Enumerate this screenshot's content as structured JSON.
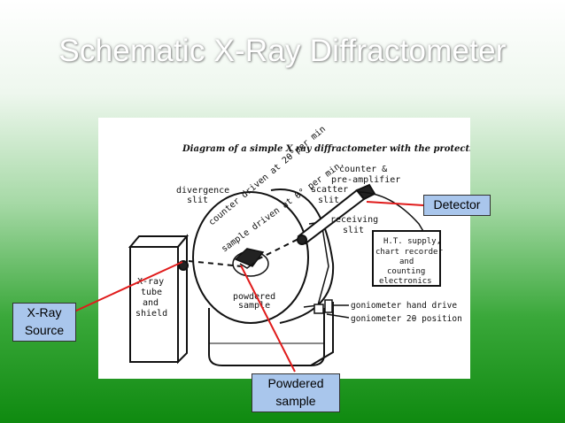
{
  "slide": {
    "title": "Schematic X-Ray Diffractometer"
  },
  "figure": {
    "caption": "Diagram of a simple X ray diffractometer with the protective shielding omitted",
    "labels": {
      "counter_preamp_1": "counter &",
      "counter_preamp_2": "pre-amplifier",
      "divergence_1": "divergence",
      "divergence_2": "slit",
      "scatter_1": "scatter",
      "scatter_2": "slit",
      "counter_driven": "counter driven at 2θ°per min",
      "sample_driven": "sample driven at θ° per min.",
      "receiving_1": "receiving",
      "receiving_2": "slit",
      "ht_1": "H.T. supply,",
      "ht_2": "chart recorder",
      "ht_3": "and",
      "ht_4": "counting",
      "ht_5": "electronics",
      "xray_1": "X-ray",
      "xray_2": "tube",
      "xray_3": "and",
      "xray_4": "shield",
      "powdered_1": "powdered",
      "powdered_2": "sample",
      "gonio_hand": "goniometer hand drive",
      "gonio_pos": "goniometer 2θ position"
    }
  },
  "callouts": {
    "detector": "Detector",
    "xray_source_1": "X-Ray",
    "xray_source_2": "Source",
    "powdered_1": "Powdered",
    "powdered_2": "sample"
  },
  "colors": {
    "leader": "#e01b1b",
    "callout_bg": "#a9c6ec",
    "background_top": "#ffffff",
    "background_bottom": "#0f8a10"
  }
}
